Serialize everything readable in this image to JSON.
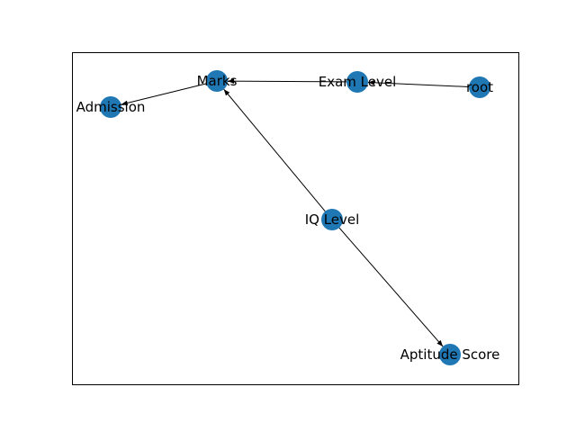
{
  "diagram": {
    "type": "directed-graph",
    "node_color": "#1f77b4",
    "edge_color": "#000000",
    "nodes": [
      {
        "id": "marks",
        "label": "Marks"
      },
      {
        "id": "exam-level",
        "label": "Exam Level"
      },
      {
        "id": "root",
        "label": "root"
      },
      {
        "id": "admission",
        "label": "Admission"
      },
      {
        "id": "iq-level",
        "label": "IQ Level"
      },
      {
        "id": "aptitude-score",
        "label": "Aptitude Score"
      }
    ],
    "edges": [
      {
        "from": "root",
        "to": "exam-level"
      },
      {
        "from": "exam-level",
        "to": "marks"
      },
      {
        "from": "marks",
        "to": "admission"
      },
      {
        "from": "iq-level",
        "to": "marks"
      },
      {
        "from": "iq-level",
        "to": "aptitude-score"
      }
    ]
  }
}
